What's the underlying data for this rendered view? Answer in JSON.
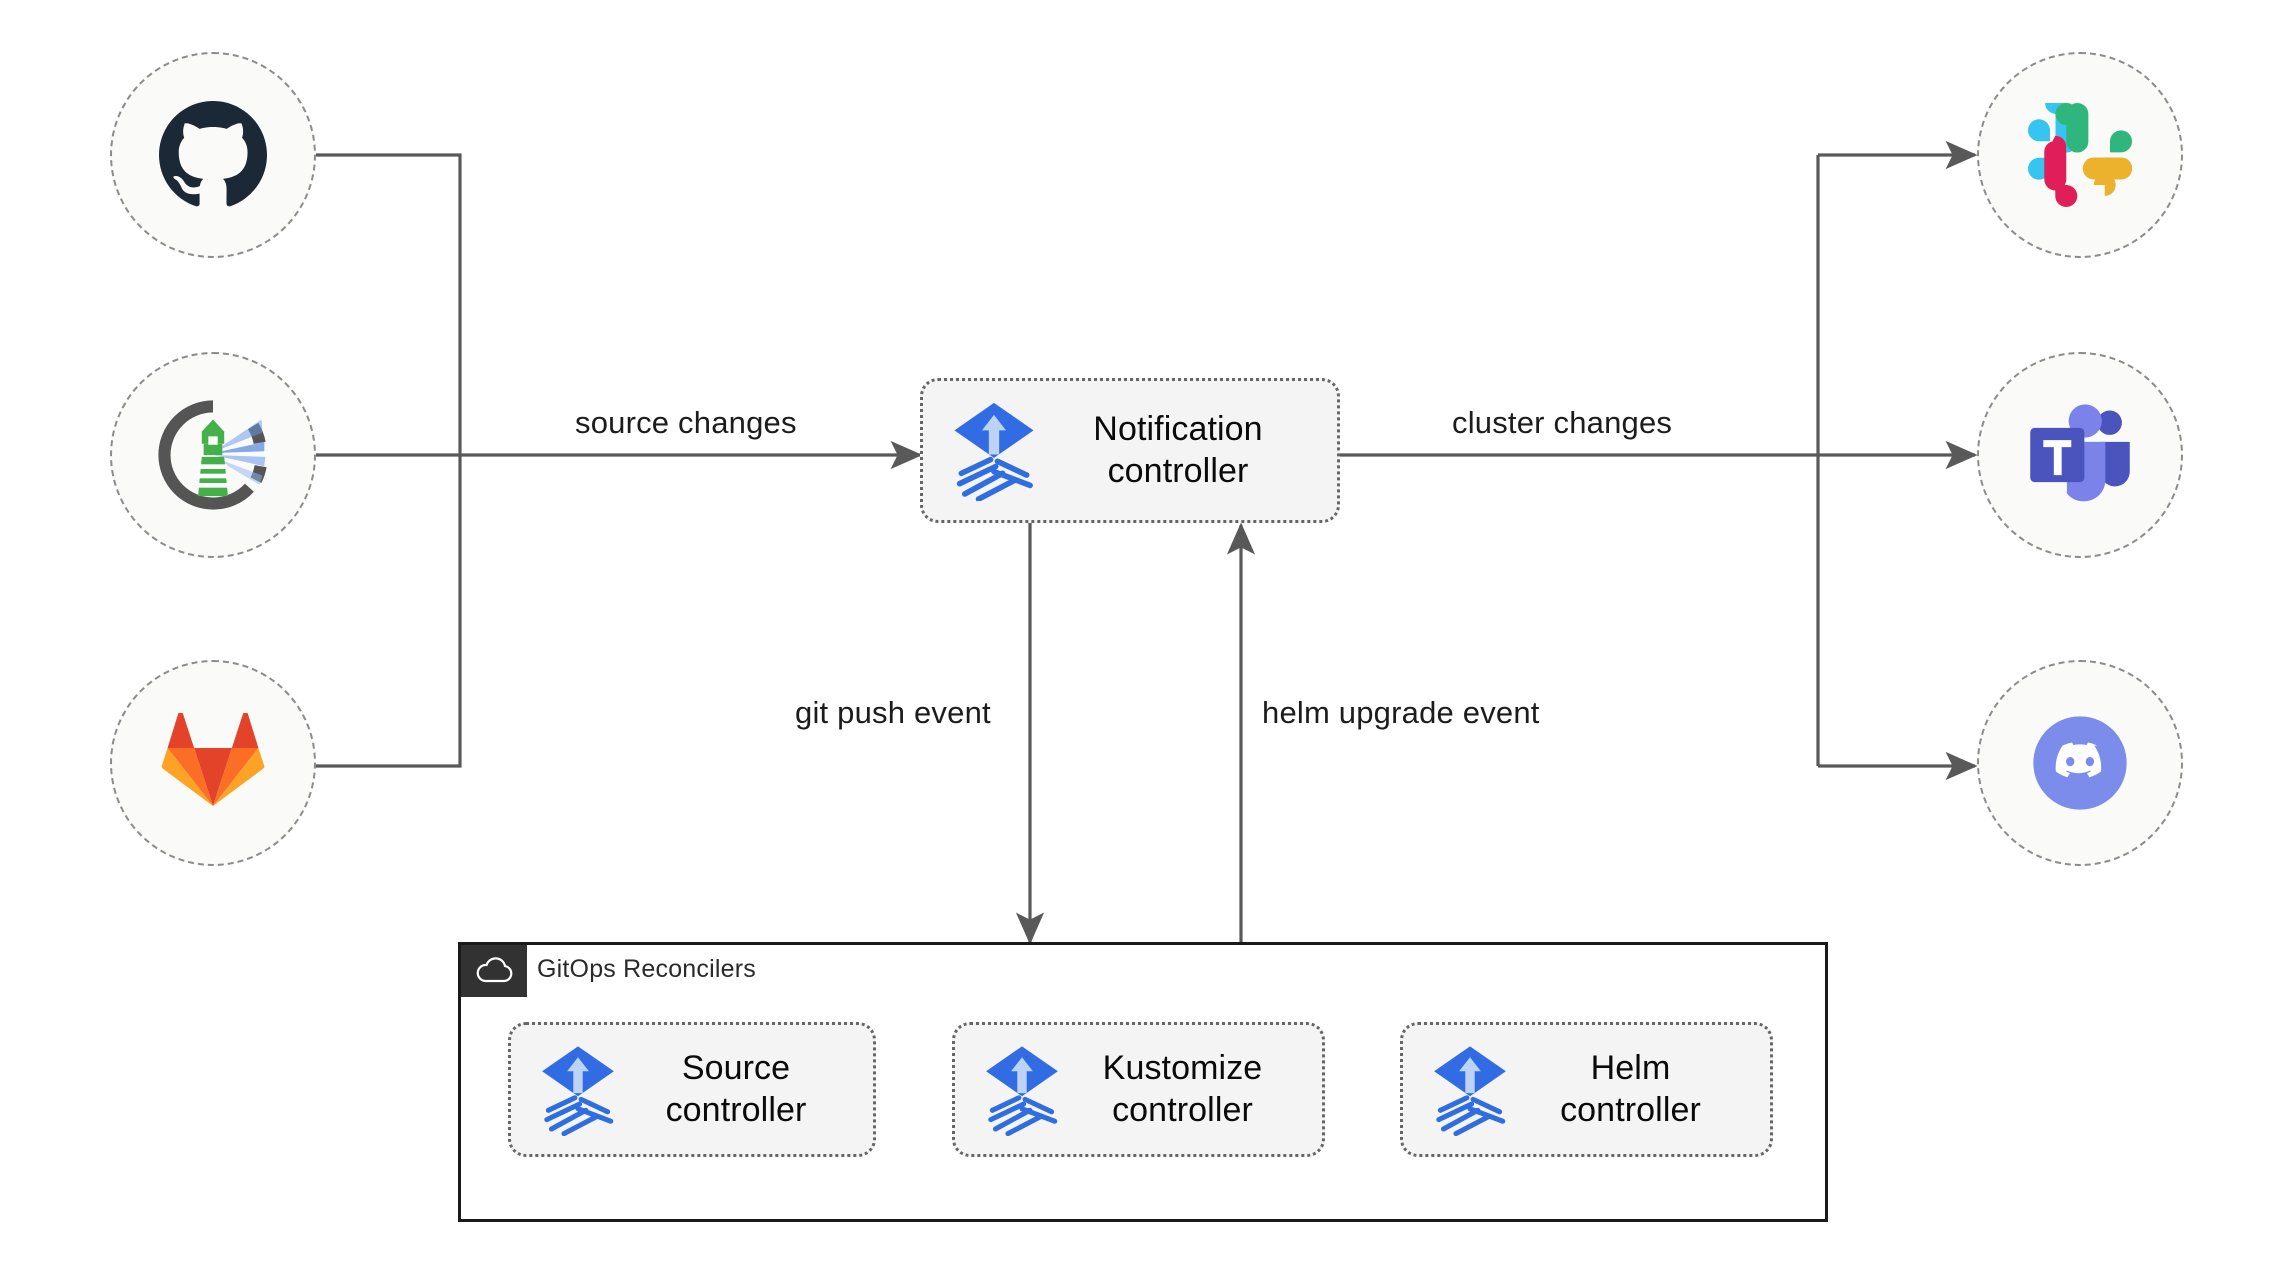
{
  "diagram": {
    "title": "Flux notification controller architecture",
    "background": "#ffffff",
    "line_color": "#595959",
    "container_border_color": "#1a1a1a"
  },
  "sources": [
    {
      "id": "github",
      "name": "GitHub",
      "icon": "github-icon",
      "color": "#1b2836"
    },
    {
      "id": "flux_source",
      "name": "Flux lighthouse",
      "icon": "lighthouse-icon",
      "color": "#4caf50"
    },
    {
      "id": "gitlab",
      "name": "GitLab",
      "icon": "gitlab-icon",
      "color": "#e24329"
    }
  ],
  "destinations": [
    {
      "id": "slack",
      "name": "Slack",
      "icon": "slack-icon",
      "color": "#36c5f0"
    },
    {
      "id": "teams",
      "name": "Microsoft Teams",
      "icon": "microsoft-teams-icon",
      "color": "#5059c9"
    },
    {
      "id": "discord",
      "name": "Discord",
      "icon": "discord-icon",
      "color": "#7289da"
    }
  ],
  "nodes": {
    "notification_controller": {
      "label": "Notification\ncontroller",
      "icon": "flux-icon"
    },
    "source_controller": {
      "label": "Source\ncontroller",
      "icon": "flux-icon"
    },
    "kustomize_controller": {
      "label": "Kustomize\ncontroller",
      "icon": "flux-icon"
    },
    "helm_controller": {
      "label": "Helm\ncontroller",
      "icon": "flux-icon"
    }
  },
  "group": {
    "title": "GitOps Reconcilers",
    "icon": "cloud-icon",
    "tab_color": "#323232"
  },
  "edges": [
    {
      "id": "source_changes",
      "label": "source changes",
      "from": "sources",
      "to": "notification_controller"
    },
    {
      "id": "cluster_changes",
      "label": "cluster changes",
      "from": "notification_controller",
      "to": "destinations"
    },
    {
      "id": "git_push_event",
      "label": "git push event",
      "from": "notification_controller",
      "to": "gitops_reconcilers"
    },
    {
      "id": "helm_upgrade_event",
      "label": "helm upgrade event",
      "from": "gitops_reconcilers",
      "to": "notification_controller"
    },
    {
      "id": "source_to_kustomize",
      "label": "",
      "from": "source_controller",
      "to": "kustomize_controller"
    },
    {
      "id": "kustomize_to_helm",
      "label": "",
      "from": "kustomize_controller",
      "to": "helm_controller"
    }
  ],
  "colors": {
    "github": "#1b2836",
    "gitlab_red": "#e24329",
    "gitlab_orange": "#fc6d26",
    "gitlab_light": "#fca326",
    "slack_blue": "#36c5f0",
    "slack_green": "#2eb67d",
    "slack_red": "#e01e5a",
    "slack_yellow": "#ecb22e",
    "teams_dark": "#4b53bc",
    "teams_light": "#7b83eb",
    "discord": "#7b8cea",
    "flux_blue": "#326ce5",
    "flux_light": "#bcd3f5",
    "lighthouse_green": "#43b04a",
    "lighthouse_ring": "#555555"
  }
}
